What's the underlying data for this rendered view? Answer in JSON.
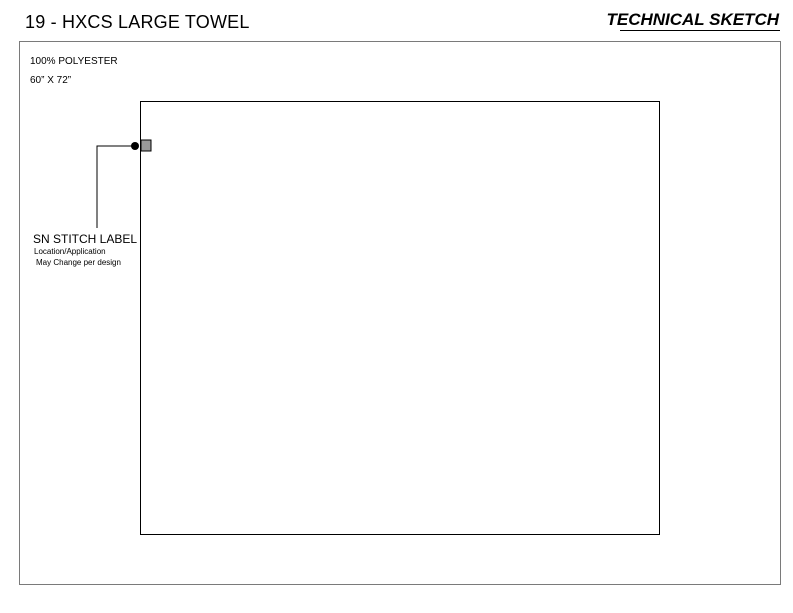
{
  "header": {
    "title": "19 - HXCS LARGE TOWEL",
    "doc_type": "TECHNICAL SKETCH"
  },
  "specs": {
    "material": "100% POLYESTER",
    "size": "60” X 72”"
  },
  "callout": {
    "title": "SN STITCH LABEL",
    "note_line1": "Location/Application",
    "note_line2": "May Change per design"
  },
  "colors": {
    "frame_border": "#7a7a7a",
    "outline": "#000000",
    "label_fill": "#9a9a9a"
  }
}
